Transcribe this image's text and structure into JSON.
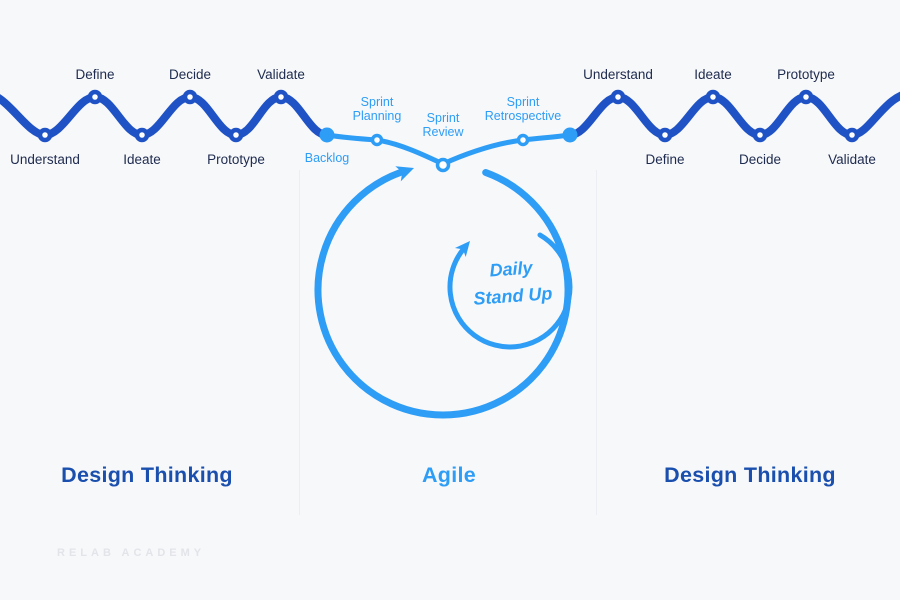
{
  "titles": {
    "left": "Design Thinking",
    "middle": "Agile",
    "right": "Design Thinking"
  },
  "watermark": "RELAB ACADEMY",
  "left_wave_labels": [
    "Understand",
    "Define",
    "Ideate",
    "Decide",
    "Prototype",
    "Validate"
  ],
  "right_wave_labels": [
    "Understand",
    "Define",
    "Ideate",
    "Decide",
    "Prototype",
    "Validate"
  ],
  "agile_labels": {
    "backlog": "Backlog",
    "sprint_planning": "Sprint\nPlanning",
    "sprint_review": "Sprint\nReview",
    "sprint_retrospective": "Sprint\nRetrospective",
    "daily_standup": "Daily\nStand Up"
  },
  "colors": {
    "background": "#f7f8fa",
    "wave_blue": "#1f53c5",
    "agile_blue": "#2e9df6",
    "label_navy": "#1e2b4f",
    "title_blue": "#1a4fae"
  }
}
